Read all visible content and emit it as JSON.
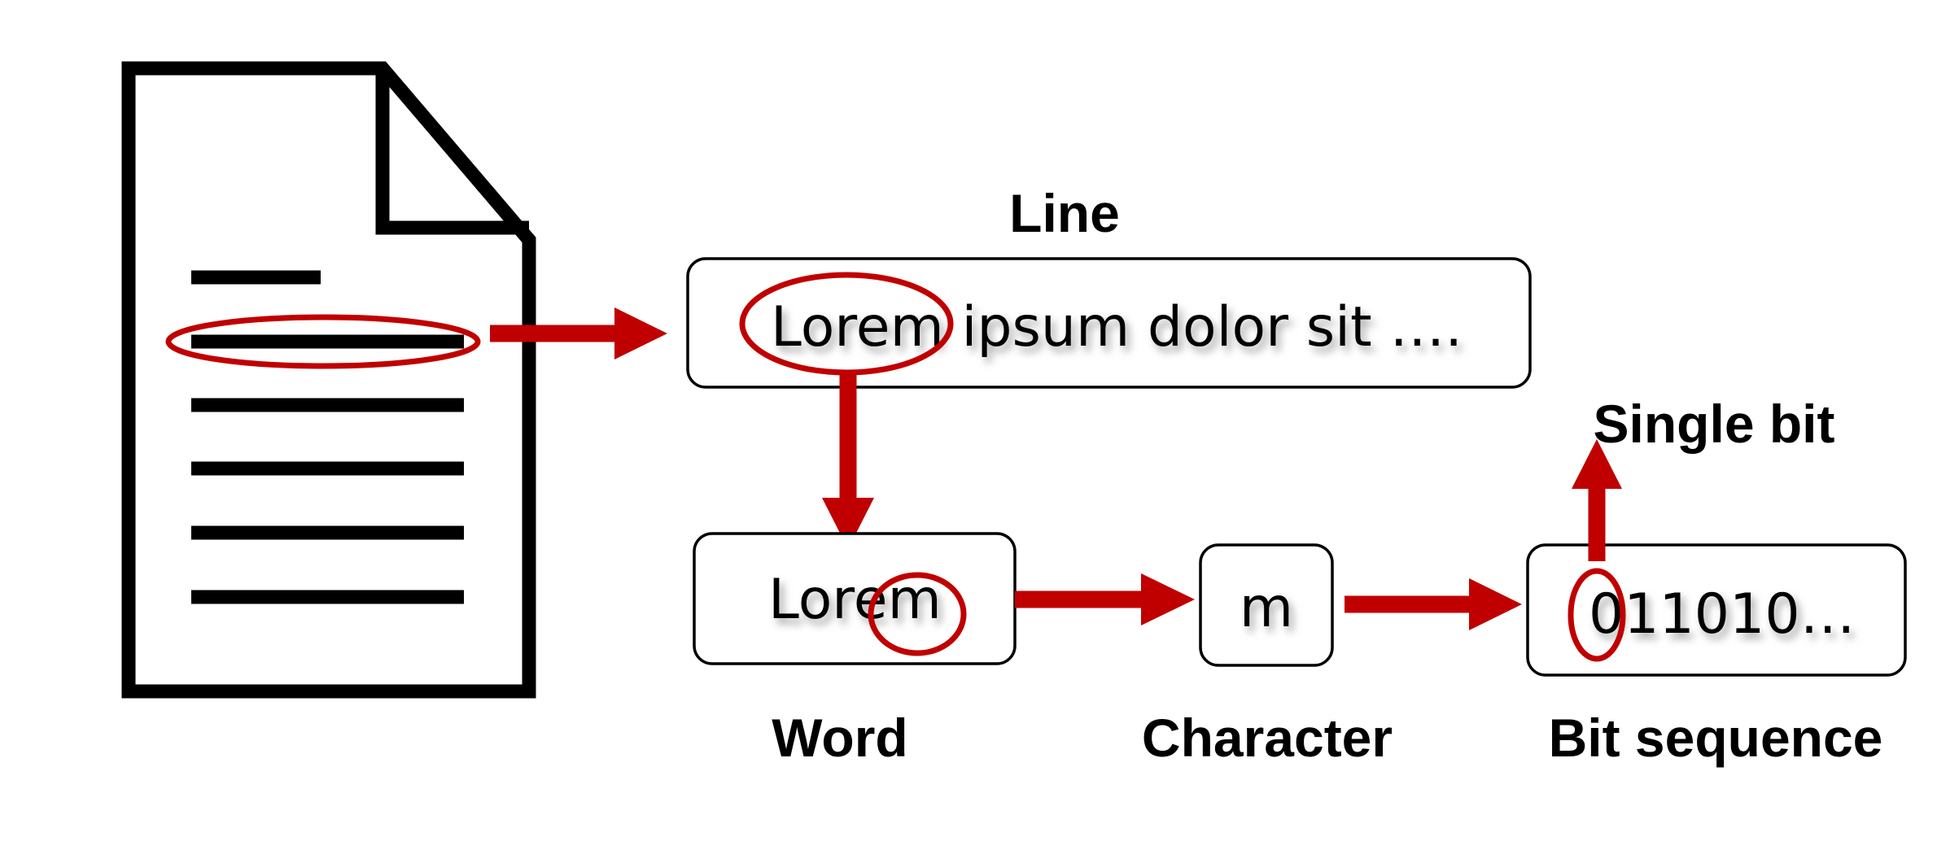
{
  "labels": {
    "file": "File",
    "line": "Line",
    "word": "Word",
    "character": "Character",
    "bit_sequence": "Bit sequence",
    "single_bit": "Single bit"
  },
  "boxes": {
    "line_text": "Lorem ipsum dolor sit ….",
    "word_text": "Lorem",
    "character_text": "m",
    "bits_text": "011010…"
  },
  "icons": {
    "document": "document-icon"
  },
  "colors": {
    "accent": "#c00000",
    "ink": "#000000",
    "shadow": "#999999"
  }
}
